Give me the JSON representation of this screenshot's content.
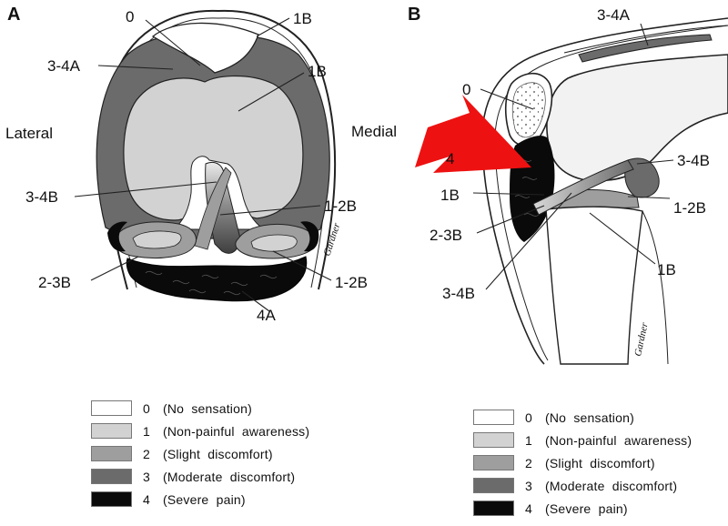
{
  "panel_a": {
    "letter": "A",
    "side_left": "Lateral",
    "side_right": "Medial",
    "labels": {
      "top_0": "0",
      "top_1b": "1B",
      "a_34a": "3-4A",
      "right_1b": "1B",
      "a_34b": "3-4B",
      "a_12b_upper": "1-2B",
      "a_23b": "2-3B",
      "a_12b_lower": "1-2B",
      "a_4a": "4A"
    },
    "signature": "Gardner"
  },
  "panel_b": {
    "letter": "B",
    "labels": {
      "b_34a": "3-4A",
      "b_0": "0",
      "b_4": "4",
      "b_34b_right": "3-4B",
      "b_1b_left": "1B",
      "b_12b": "1-2B",
      "b_23b": "2-3B",
      "b_1b_lower": "1B",
      "b_34b_lower": "3-4B"
    },
    "signature": "Gardner"
  },
  "colors": {
    "level_0": "#ffffff",
    "level_1": "#d2d2d2",
    "level_2": "#9e9e9e",
    "level_3": "#6b6b6b",
    "level_4": "#0a0a0a",
    "arrow": "#ee1111"
  },
  "legend": {
    "items": [
      {
        "code": "0",
        "text": "(No  sensation)"
      },
      {
        "code": "1",
        "text": "(Non-painful  awareness)"
      },
      {
        "code": "2",
        "text": "(Slight  discomfort)"
      },
      {
        "code": "3",
        "text": "(Moderate  discomfort)"
      },
      {
        "code": "4",
        "text": "(Severe  pain)"
      }
    ]
  }
}
